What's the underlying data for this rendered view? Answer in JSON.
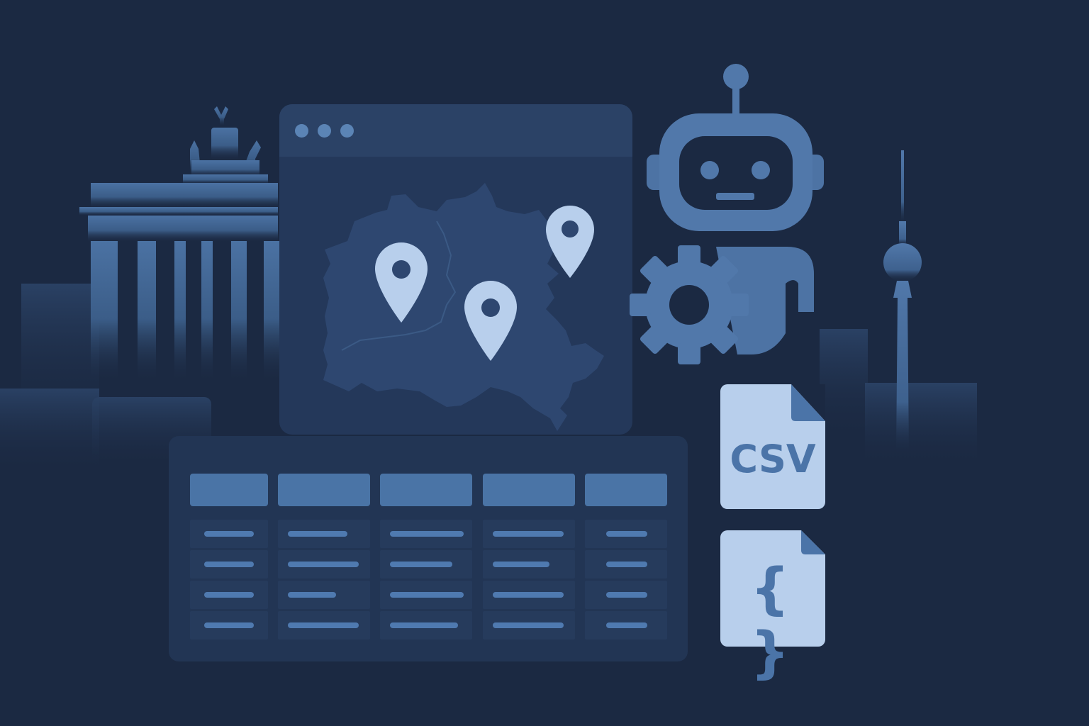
{
  "colors": {
    "background": "#1b2942",
    "panel": "#24385a",
    "accent": "#5b84b5",
    "light_accent": "#b8cfec"
  },
  "icons": [
    "brandenburg-gate-icon",
    "tv-tower-icon",
    "robot-icon",
    "gear-icon",
    "map-pin-icon",
    "csv-file-icon",
    "json-file-icon"
  ],
  "browser": {
    "window_dots": 3,
    "map_pins": 3
  },
  "table": {
    "columns": 5,
    "rows": 4
  },
  "files": {
    "csv_label": "CSV",
    "json_label": "{ }"
  }
}
